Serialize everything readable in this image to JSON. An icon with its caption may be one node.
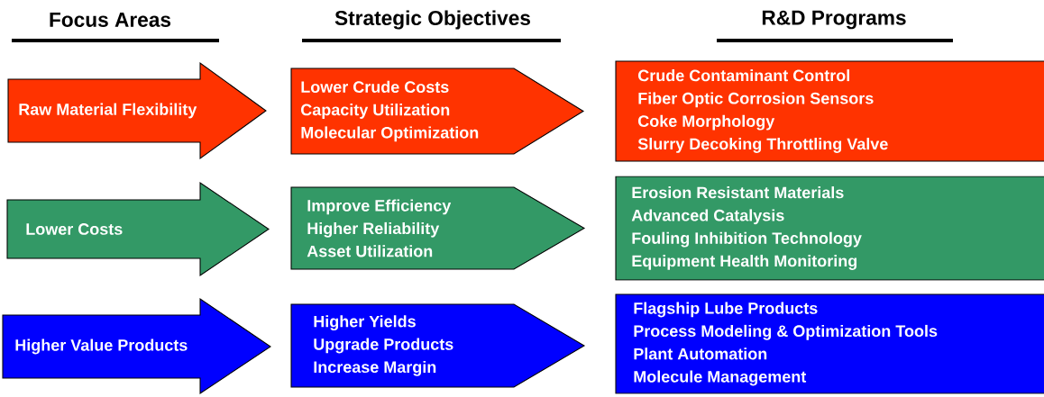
{
  "diagram": {
    "nodes": [
      {
        "text": [
          "Raw Material Flexibility"
        ]
      },
      {
        "text": [
          "Lower Crude Costs",
          "Capacity Utilization",
          "Molecular Optimization"
        ]
      },
      {
        "text": [
          "Crude Contaminant Control",
          "Fiber Optic Corrosion Sensors",
          "Coke Morphology",
          "Slurry Decoking Throttling Valve"
        ]
      },
      {
        "text": [
          "Lower Costs"
        ]
      },
      {
        "text": [
          "Improve Efficiency",
          "Higher Reliability",
          "Asset Utilization"
        ]
      },
      {
        "text": [
          "Erosion Resistant Materials",
          "Advanced Catalysis",
          "Fouling Inhibition Technology",
          "Equipment Health Monitoring"
        ]
      },
      {
        "text": [
          "Higher Value Products"
        ]
      },
      {
        "text": [
          "Higher Yields",
          "Upgrade Products",
          "Increase Margin"
        ]
      },
      {
        "text": [
          "Flagship Lube Products",
          "Process Modeling & Optimization Tools",
          "Plant Automation",
          "Molecule Management"
        ]
      }
    ],
    "labels": [
      "Focus Areas",
      "Strategic Objectives",
      "R&D Programs"
    ]
  }
}
